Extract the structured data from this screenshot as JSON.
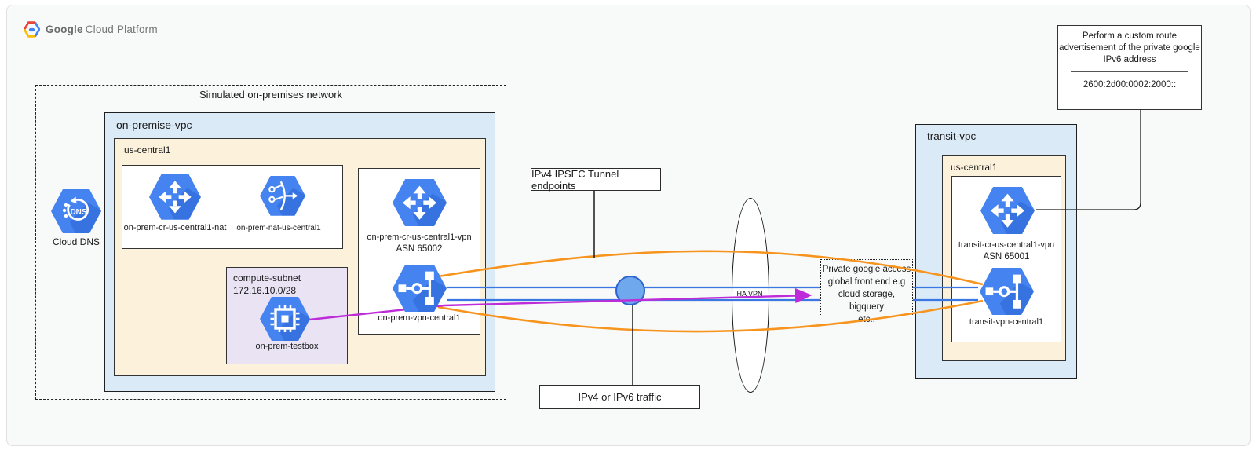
{
  "header": {
    "logo_google": "Google",
    "logo_rest": "Cloud Platform"
  },
  "onprem": {
    "outer_label": "Simulated on-premises network",
    "vpc_label": "on-premise-vpc",
    "region_label": "us-central1",
    "dns_label": "Cloud DNS",
    "nat_box": {
      "router_label": "on-prem-cr-us-central1-nat",
      "nat_label": "on-prem-nat-us-central1"
    },
    "subnet": {
      "title": "compute-subnet",
      "cidr": "172.16.10.0/28",
      "vm_label": "on-prem-testbox"
    },
    "vpn_box": {
      "router_label": "on-prem-cr-us-central1-vpn",
      "router_asn": "ASN 65002",
      "vpn_label": "on-prem-vpn-central1"
    }
  },
  "middle": {
    "ipsec_label": "IPv4 IPSEC Tunnel endpoints",
    "traffic_label": "IPv4 or IPv6 traffic",
    "havpn_label": "HA VPN",
    "pga_lines": [
      "Private google access",
      "global front end e.g",
      "cloud storage, bigquery",
      "etc.."
    ]
  },
  "transit": {
    "vpc_label": "transit-vpc",
    "region_label": "us-central1",
    "router_label": "transit-cr-us-central1-vpn",
    "router_asn": "ASN 65001",
    "vpn_label": "transit-vpn-central1"
  },
  "callout": {
    "lines": [
      "Perform a custom route",
      "advertisement of the private google",
      "IPv6 address"
    ],
    "address": "2600:2d00:0002:2000::"
  },
  "icons": {
    "cloud-router": "hexagon with four outward arrows",
    "cloud-nat": "hexagon with dots, arc and arrow",
    "cloud-vpn": "hexagon with key-link glyph",
    "compute-engine": "hexagon with chip",
    "cloud-dns": "hexagon with DNS and circular arrow"
  },
  "colors": {
    "vpc_fill": "#DBEAF7",
    "region_fill": "#FCF2DC",
    "subnet_fill": "#E9E3F4",
    "icon_blue": "#4584F0",
    "icon_shadow": "#2A62CF",
    "tunnel_orange": "#F7941E",
    "link_blue": "#3B77E3",
    "traffic_purple": "#BE2BD8",
    "circle_fill": "#6FA8EC"
  }
}
